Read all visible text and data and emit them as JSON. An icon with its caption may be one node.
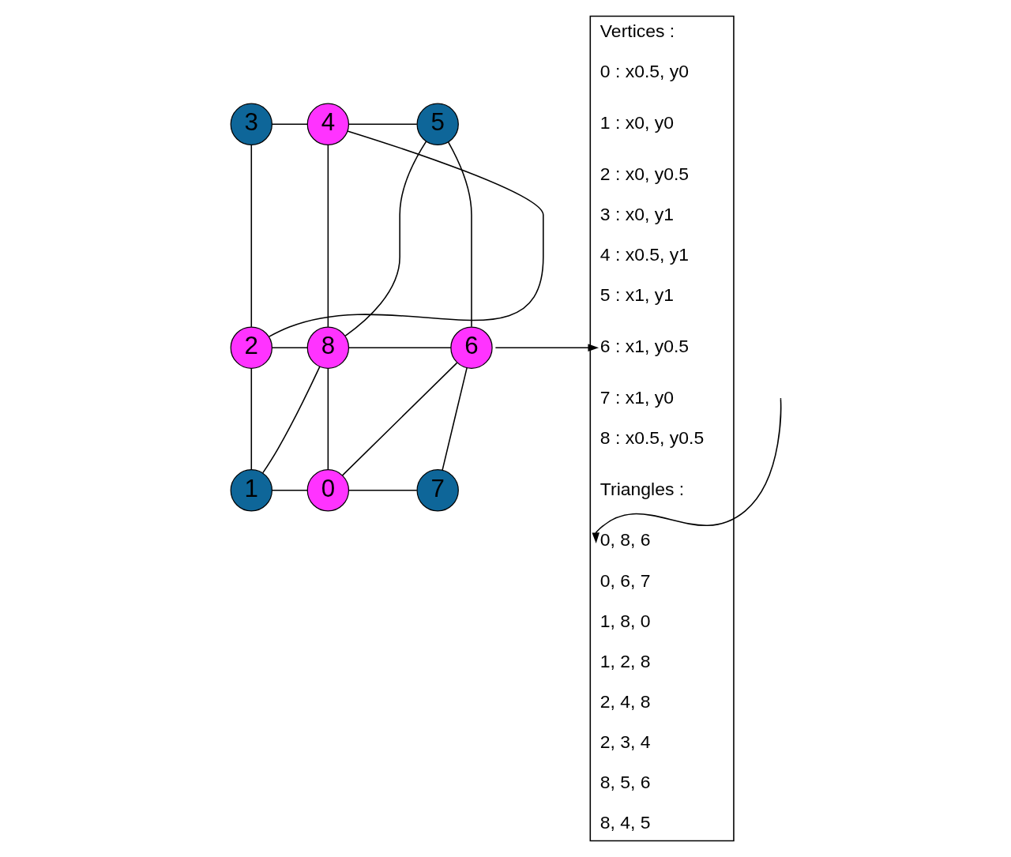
{
  "diagram": {
    "nodes": [
      {
        "text": [
          "3"
        ]
      },
      {
        "text": [
          "4"
        ]
      },
      {
        "text": [
          "5"
        ]
      },
      {
        "text": [
          "2"
        ]
      },
      {
        "text": [
          "8"
        ]
      },
      {
        "text": [
          "6"
        ]
      },
      {
        "text": [
          "1"
        ]
      },
      {
        "text": [
          "0"
        ]
      },
      {
        "text": [
          "7"
        ]
      },
      {
        "text": [],
        "shape": "box"
      },
      {
        "text": [
          "Vertices :"
        ],
        "in": 9
      },
      {
        "text": [
          "0 : x0.5, y0"
        ],
        "in": 9
      },
      {
        "text": [
          "1 : x0, y0"
        ],
        "in": 9
      },
      {
        "text": [
          "2 : x0, y0.5"
        ],
        "in": 9
      },
      {
        "text": [
          "3 : x0, y1"
        ],
        "in": 9
      },
      {
        "text": [
          "4 : x0.5, y1"
        ],
        "in": 9
      },
      {
        "text": [
          "5 : x1, y1"
        ],
        "in": 9
      },
      {
        "text": [
          "6 : x1, y0.5"
        ],
        "in": 9
      },
      {
        "text": [
          "7 : x1, y0"
        ],
        "in": 9
      },
      {
        "text": [
          "8 : x0.5, y0.5"
        ],
        "in": 9
      },
      {
        "text": [
          "Triangles :"
        ],
        "in": 9
      },
      {
        "text": [
          "0, 8, 6"
        ],
        "in": 9
      },
      {
        "text": [
          "0, 6, 7"
        ],
        "in": 9
      },
      {
        "text": [
          "1, 8, 0"
        ],
        "in": 9
      },
      {
        "text": [
          "1, 2, 8"
        ],
        "in": 9
      },
      {
        "text": [
          "2, 4, 8"
        ],
        "in": 9
      },
      {
        "text": [
          "2, 3, 4"
        ],
        "in": 9
      },
      {
        "text": [
          "8, 5, 6"
        ],
        "in": 9
      },
      {
        "text": [
          "8, 4, 5"
        ],
        "in": 9
      }
    ],
    "edges": [
      {
        "from": 0,
        "to": 1,
        "arrow": "none"
      },
      {
        "from": 1,
        "to": 2,
        "arrow": "none"
      },
      {
        "from": 3,
        "to": 4,
        "arrow": "none"
      },
      {
        "from": 4,
        "to": 5,
        "arrow": "none"
      },
      {
        "from": 6,
        "to": 7,
        "arrow": "none"
      },
      {
        "from": 7,
        "to": 8,
        "arrow": "none"
      },
      {
        "from": 0,
        "to": 3,
        "arrow": "none"
      },
      {
        "from": 3,
        "to": 6,
        "arrow": "none"
      },
      {
        "from": 1,
        "to": 4,
        "arrow": "none"
      },
      {
        "from": 4,
        "to": 7,
        "arrow": "none"
      },
      {
        "from": 2,
        "to": 5,
        "arrow": "none"
      },
      {
        "from": 5,
        "to": 8,
        "arrow": "none"
      },
      {
        "from": 3,
        "to": 1,
        "arrow": "none"
      },
      {
        "from": 4,
        "to": 2,
        "arrow": "none"
      },
      {
        "from": 6,
        "to": 4,
        "arrow": "none"
      },
      {
        "from": 7,
        "to": 5,
        "arrow": "none"
      },
      {
        "from": 5,
        "to": 17,
        "arrow": "to"
      },
      {
        "from": null,
        "to": 21,
        "arrow": "to"
      }
    ]
  }
}
